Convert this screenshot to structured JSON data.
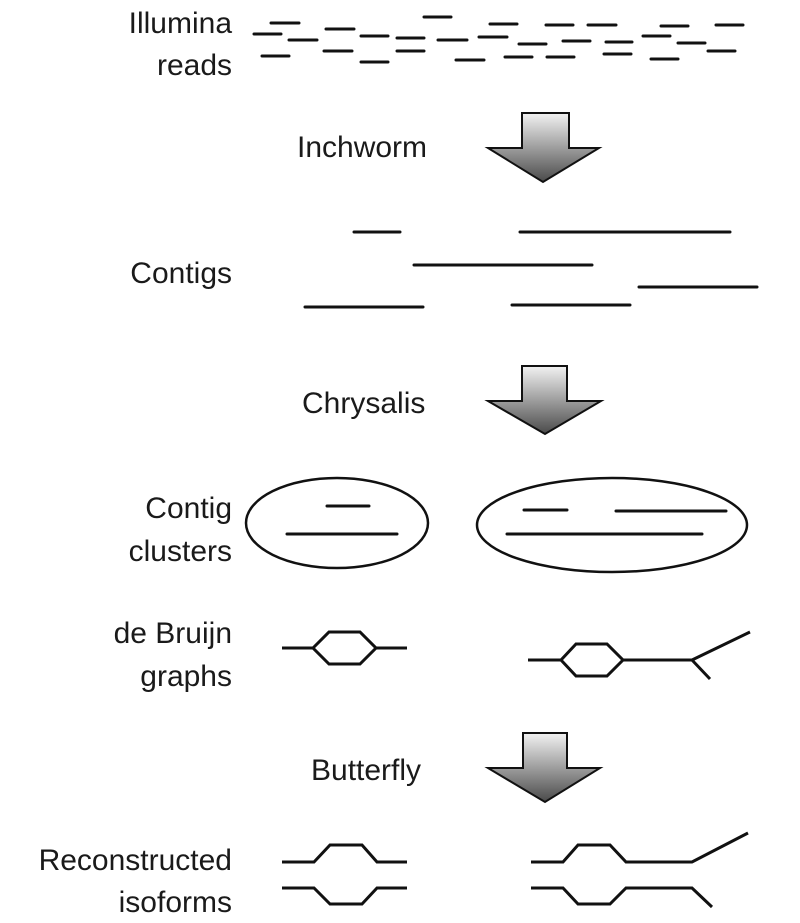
{
  "diagram": {
    "title": "Trinity assembly pipeline",
    "stages": [
      {
        "id": "reads",
        "label_lines": [
          "Illumina",
          "reads"
        ]
      },
      {
        "id": "contigs",
        "label_lines": [
          "Contigs"
        ]
      },
      {
        "id": "clusters",
        "label_lines": [
          "Contig",
          "clusters"
        ]
      },
      {
        "id": "graphs",
        "label_lines": [
          "de Bruijn",
          "graphs"
        ]
      },
      {
        "id": "isoforms",
        "label_lines": [
          "Reconstructed",
          "isoforms"
        ]
      }
    ],
    "steps": [
      {
        "id": "inchworm",
        "label": "Inchworm",
        "from": "reads",
        "to": "contigs"
      },
      {
        "id": "chrysalis",
        "label": "Chrysalis",
        "from": "contigs",
        "to": "clusters"
      },
      {
        "id": "butterfly",
        "label": "Butterfly",
        "from": "graphs",
        "to": "isoforms"
      }
    ],
    "counts": {
      "reads": 33,
      "contigs": 6,
      "clusters": 2,
      "contigs_per_cluster": [
        2,
        3
      ],
      "graphs": 2,
      "isoform_pairs": 2
    },
    "colors": {
      "ink": "#111111",
      "text": "#1a1a1a",
      "arrow_gradient_top": "#f2f2f2",
      "arrow_gradient_bottom": "#4a4a4a",
      "background": "#ffffff"
    }
  }
}
